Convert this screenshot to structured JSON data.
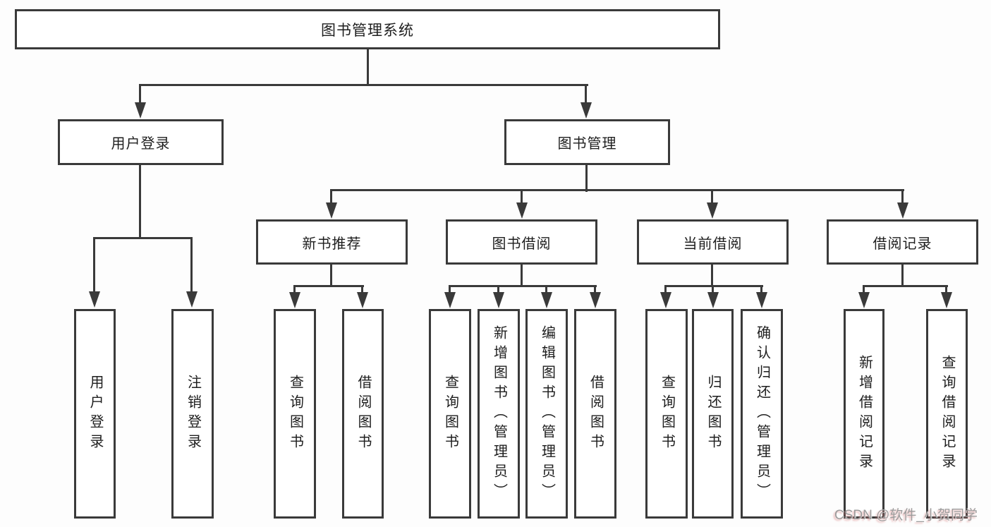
{
  "title": "图书管理系统",
  "watermark": "CSDN @软件_小贺同学",
  "colors": {
    "line": "#3a3a3a",
    "text": "#1e1e1e",
    "background": "#ffffff",
    "watermark": "#9c9c9c",
    "watermark_shadow": "#d67878"
  },
  "tree": {
    "root": {
      "label": "图书管理系统"
    },
    "branches": [
      {
        "label": "用户登录",
        "children": [
          {
            "label": "用户登录"
          },
          {
            "label": "注销登录"
          }
        ]
      },
      {
        "label": "图书管理",
        "children": [
          {
            "label": "新书推荐",
            "children": [
              {
                "label": "查询图书"
              },
              {
                "label": "借阅图书"
              }
            ]
          },
          {
            "label": "图书借阅",
            "children": [
              {
                "label": "查询图书"
              },
              {
                "label": "新增图书（管理员）"
              },
              {
                "label": "编辑图书（管理员）"
              },
              {
                "label": "借阅图书"
              }
            ]
          },
          {
            "label": "当前借阅",
            "children": [
              {
                "label": "查询图书"
              },
              {
                "label": "归还图书"
              },
              {
                "label": "确认归还（管理员）"
              }
            ]
          },
          {
            "label": "借阅记录",
            "children": [
              {
                "label": "新增借阅记录"
              },
              {
                "label": "查询借阅记录"
              }
            ]
          }
        ]
      }
    ]
  }
}
